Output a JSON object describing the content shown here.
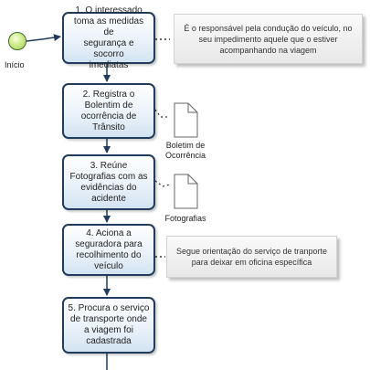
{
  "start": {
    "label": "Início"
  },
  "tasks": [
    {
      "id": "t1",
      "text": "1. O interessado\ntoma as medidas de\nsegurança e socorro\nimediatas"
    },
    {
      "id": "t2",
      "text": "2. Registra o\nBolentim de\nocorrência de\nTrânsito"
    },
    {
      "id": "t3",
      "text": "3. Reúne\nFotografias com as\nevidências do\nacidente"
    },
    {
      "id": "t4",
      "text": "4. Aciona a\nseguradora para\nrecolhimento do\nveículo"
    },
    {
      "id": "t5",
      "text": "5. Procura o serviço\nde transporte onde\na viagem foi\ncadastrada"
    }
  ],
  "annotations": [
    {
      "id": "a1",
      "text": "É o responsável pela condução do veículo, no\nseu impedimento aquele que o estiver\nacompanhando na viagem"
    },
    {
      "id": "a2",
      "text": "Segue orientação do serviço de tranporte\npara deixar em oficina específica"
    }
  ],
  "documents": [
    {
      "id": "d1",
      "label": "Boletim de\nOcorrência"
    },
    {
      "id": "d2",
      "label": "Fotografias"
    }
  ],
  "colors": {
    "task_border": "#1f3c5c",
    "connector": "#1f3c5c",
    "start_fill": "#c4e47a",
    "annotation_fill": "#ececec"
  }
}
